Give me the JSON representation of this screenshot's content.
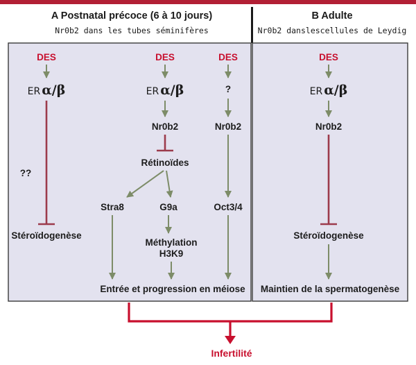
{
  "header": {
    "a_title": "A  Postnatal précoce (6 à 10 jours)",
    "a_sub": "Nr0b2 dans les tubes séminifères",
    "b_title": "B  Adulte",
    "b_sub": "Nr0b2 danslescellules de Leydig"
  },
  "nodes": {
    "des": "DES",
    "er_prefix": "ER",
    "er_greek": "α/β",
    "nr0b2": "Nr0b2",
    "question": "?",
    "double_question": "??",
    "steroidogenesis": "Stéroïdogenèse",
    "retinoids": "Rétinoïdes",
    "stra8": "Stra8",
    "g9a": "G9a",
    "oct34": "Oct3/4",
    "methylation": "Méthylation",
    "h3k9": "H3K9",
    "meiosis": "Entrée et progression en méiose",
    "spermatogenesis": "Maintien de la spermatogenèse",
    "infertility": "Infertilité"
  },
  "colors": {
    "accent_red": "#c8102e",
    "inhibition": "#9c3b4c",
    "activation": "#7d8c68",
    "panel_fill": "#e3e2ef"
  }
}
